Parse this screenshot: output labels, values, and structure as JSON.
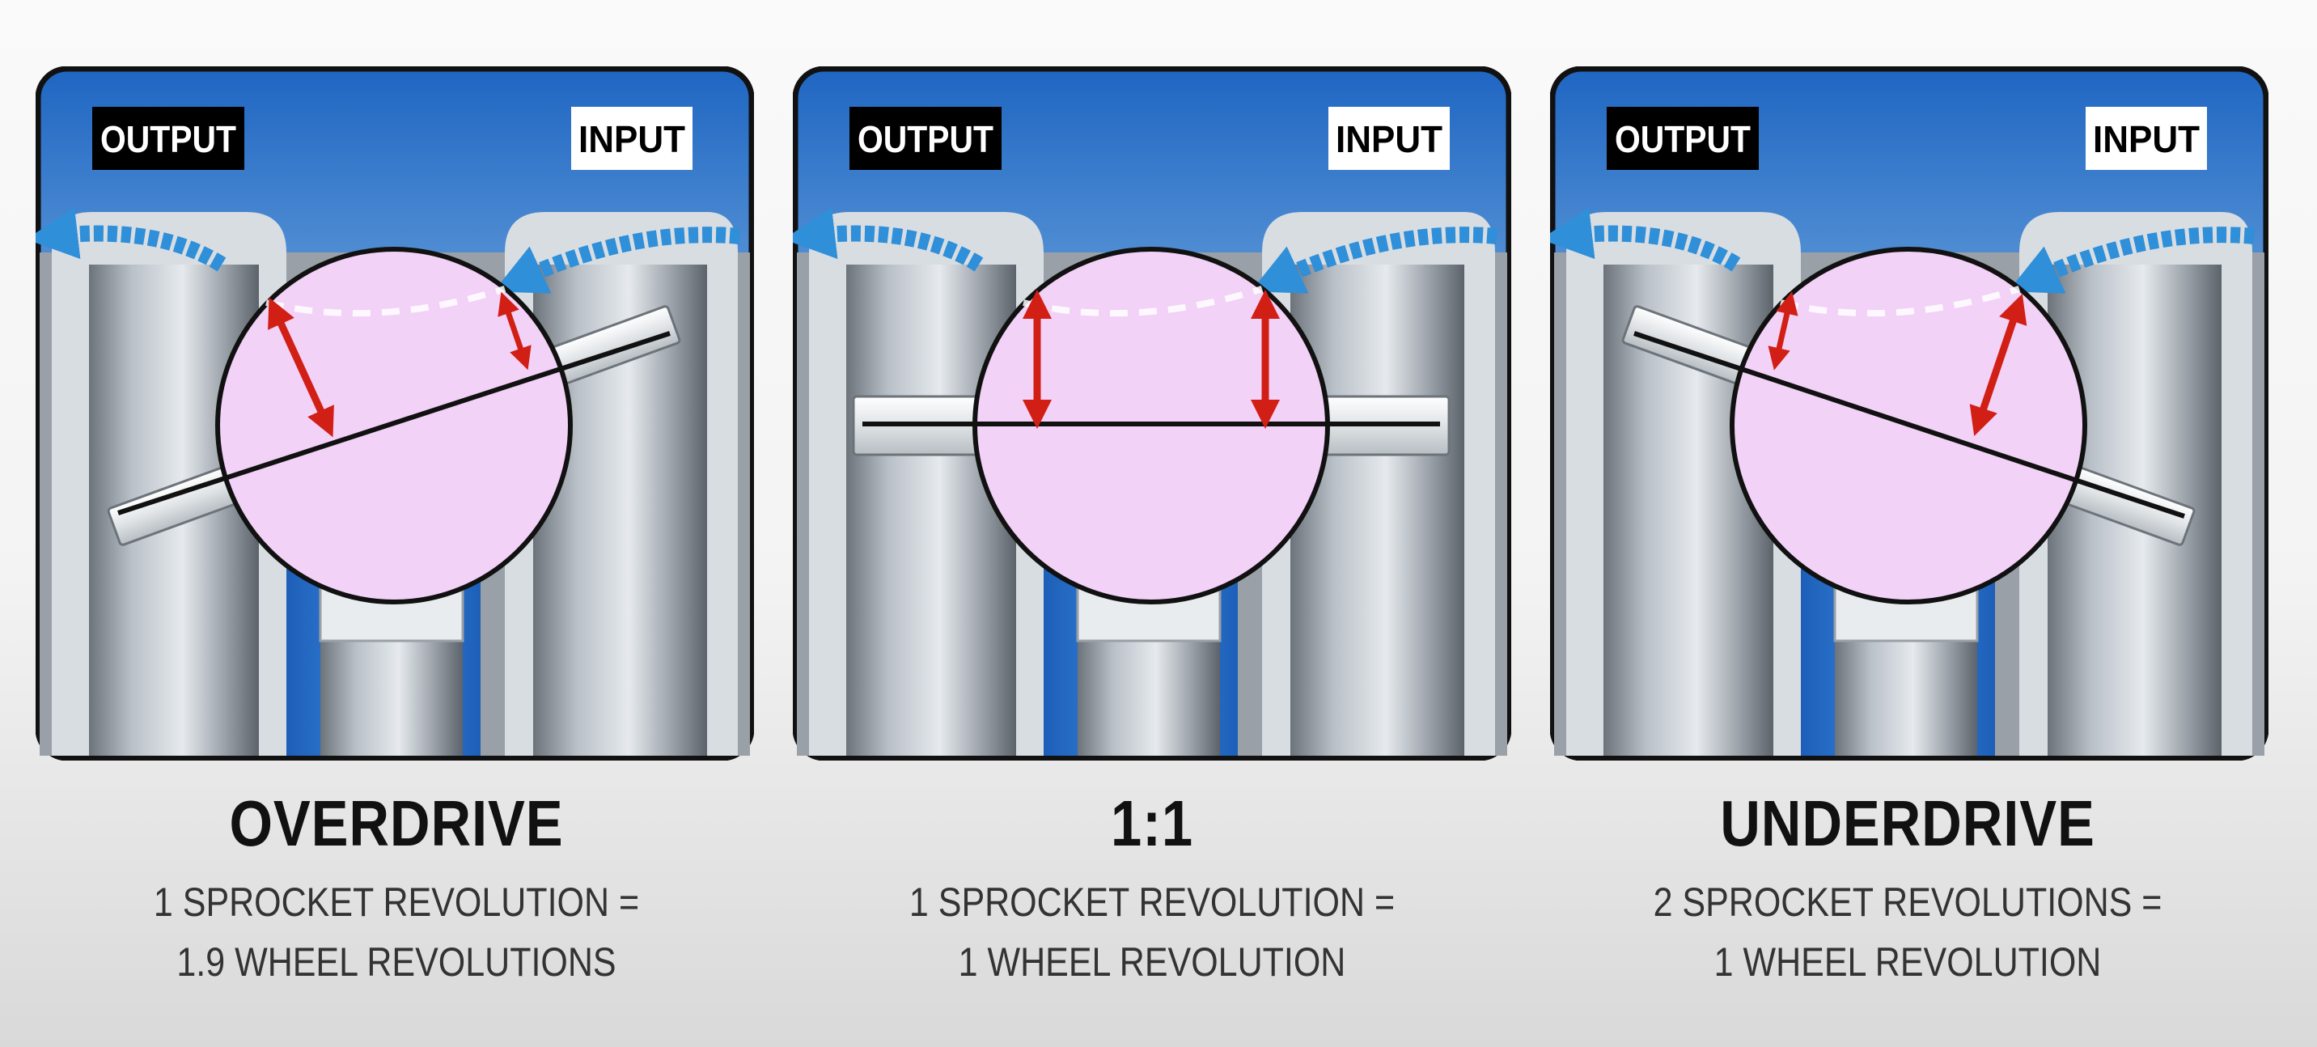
{
  "panels": [
    {
      "output_label": "OUTPUT",
      "input_label": "INPUT",
      "title": "OVERDRIVE",
      "caption_line1": "1 SPROCKET REVOLUTION =",
      "caption_line2": "1.9 WHEEL REVOLUTIONS",
      "tilt": "raised-right"
    },
    {
      "output_label": "OUTPUT",
      "input_label": "INPUT",
      "title": "1:1",
      "caption_line1": "1 SPROCKET REVOLUTION  =",
      "caption_line2": "1 WHEEL REVOLUTION",
      "tilt": "level"
    },
    {
      "output_label": "OUTPUT",
      "input_label": "INPUT",
      "title": "UNDERDRIVE",
      "caption_line1": "2 SPROCKET REVOLUTIONS  =",
      "caption_line2": "1 WHEEL REVOLUTION",
      "tilt": "raised-left"
    }
  ],
  "colors": {
    "sky_top": "#1f66c2",
    "sky_bottom": "#e4effa",
    "ball": "#f2d2f7",
    "arrow_red": "#d11f16",
    "flow_blue": "#2f8fd8"
  }
}
